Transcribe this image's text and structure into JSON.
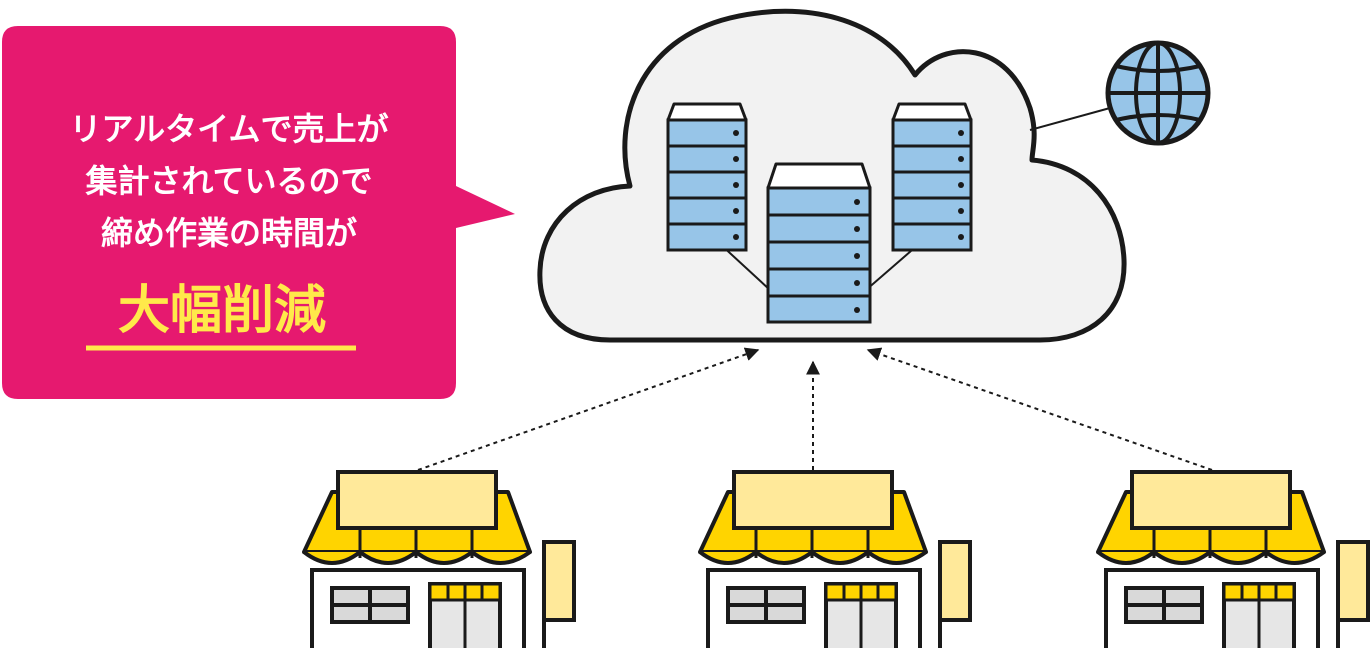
{
  "callout": {
    "lines": [
      "リアルタイムで売上が",
      "集計されているので",
      "締め作業の時間が"
    ],
    "highlight": "大幅削減"
  },
  "colors": {
    "callout_bg": "#e6196f",
    "highlight_text": "#ffe94a",
    "cloud_fill": "#f2f2f2",
    "server_blue": "#97c5e8",
    "awning_yellow": "#ffd400",
    "sign_cream": "#ffe99a",
    "outline": "#1a1a1a"
  },
  "icons": {
    "cloud": "cloud-icon",
    "server": "server-icon",
    "globe": "globe-icon",
    "store": "store-icon"
  },
  "stores": [
    {
      "id": "store-left"
    },
    {
      "id": "store-center"
    },
    {
      "id": "store-right"
    }
  ]
}
